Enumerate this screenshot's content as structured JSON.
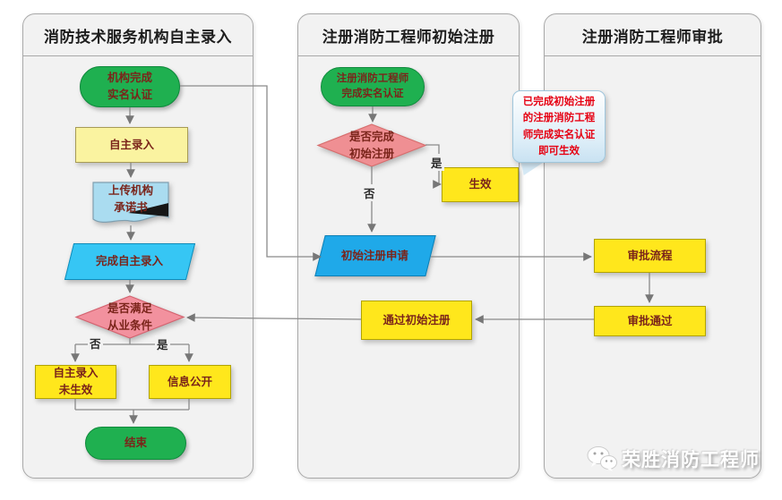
{
  "lanes": [
    {
      "title": "消防技术服务机构自主录入"
    },
    {
      "title": "注册消防工程师初始注册"
    },
    {
      "title": "注册消防工程师审批"
    }
  ],
  "nodes": {
    "org_auth": "机构完成\n实名认证",
    "self_entry": "自主录入",
    "upload_doc": "上传机构\n承诺书",
    "complete_entry": "完成自主录入",
    "meet_condition": "是否满足\n从业条件",
    "entry_invalid": "自主录入\n未生效",
    "info_public": "信息公开",
    "end": "结束",
    "engineer_auth": "注册消防工程师\n完成实名认证",
    "init_reg_done": "是否完成\n初始注册",
    "effective": "生效",
    "init_reg_apply": "初始注册申请",
    "pass_init_reg": "通过初始注册",
    "approval_flow": "审批流程",
    "approval_pass": "审批通过"
  },
  "branch_labels": {
    "yes": "是",
    "no": "否"
  },
  "callout": {
    "text": "已完成初始注册\n的注册消防工程\n师完成实名认证\n即可生效"
  },
  "watermark": {
    "text": "荣胜消防工程师"
  },
  "colors": {
    "lane_bg": "#f2f2f2",
    "green": "#1fb050",
    "yellow": "#ffe71c",
    "pale_yellow": "#faf3a0",
    "pink": "#f2919e",
    "cyan": "#36c6f4",
    "blue": "#1fa9e9",
    "doc_blue": "#aadcf0",
    "callout_text": "#e60012"
  }
}
